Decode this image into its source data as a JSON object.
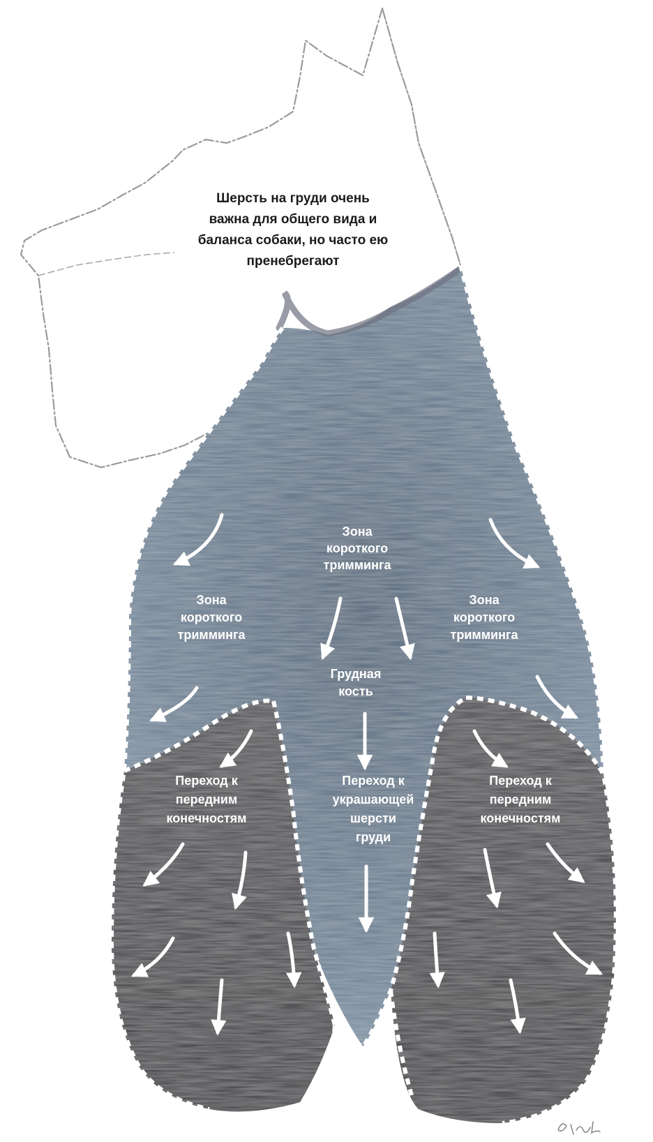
{
  "caption_lines": [
    "Шерсть на груди очень",
    "важна для общего вида и",
    "баланса собаки, но часто ею",
    "пренебрегают"
  ],
  "zones": {
    "short_center": {
      "lines": [
        "Зона",
        "короткого",
        "тримминга"
      ]
    },
    "short_left": {
      "lines": [
        "Зона",
        "короткого",
        "тримминга"
      ]
    },
    "short_right": {
      "lines": [
        "Зона",
        "короткого",
        "тримминга"
      ]
    },
    "sternum": {
      "lines": [
        "Грудная",
        "кость"
      ]
    },
    "forelimb_left": {
      "lines": [
        "Переход к",
        "передним",
        "конечностям"
      ]
    },
    "forelimb_right": {
      "lines": [
        "Переход к",
        "передним",
        "конечностям"
      ]
    },
    "decorative": {
      "lines": [
        "Переход к",
        "украшающей",
        "шерсти",
        "груди"
      ]
    }
  },
  "colors": {
    "blue_coat": "#5f7488",
    "blue_coat_light": "#8196a9",
    "dark_coat": "#3c3c41",
    "dark_coat_light": "#5a5a60",
    "outline": "#9a9a9a",
    "dash": "#ffffff",
    "arrow": "#ffffff",
    "caption_text": "#1b1b1b"
  },
  "icons": [
    "arrow-icon"
  ]
}
